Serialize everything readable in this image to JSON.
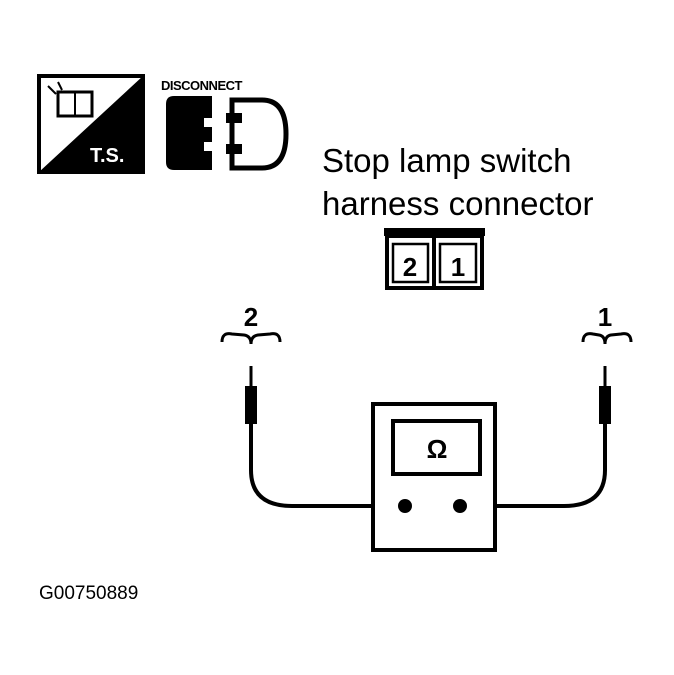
{
  "connector": {
    "title_line1": "Stop lamp switch",
    "title_line2": "harness connector",
    "pins": [
      "2",
      "1"
    ]
  },
  "probes": {
    "left_label": "2",
    "right_label": "1"
  },
  "meter": {
    "unit_symbol": "Ω"
  },
  "icons": {
    "ts_label": "T.S.",
    "disconnect_label": "DISCONNECT"
  },
  "figure_code": "G00750889"
}
